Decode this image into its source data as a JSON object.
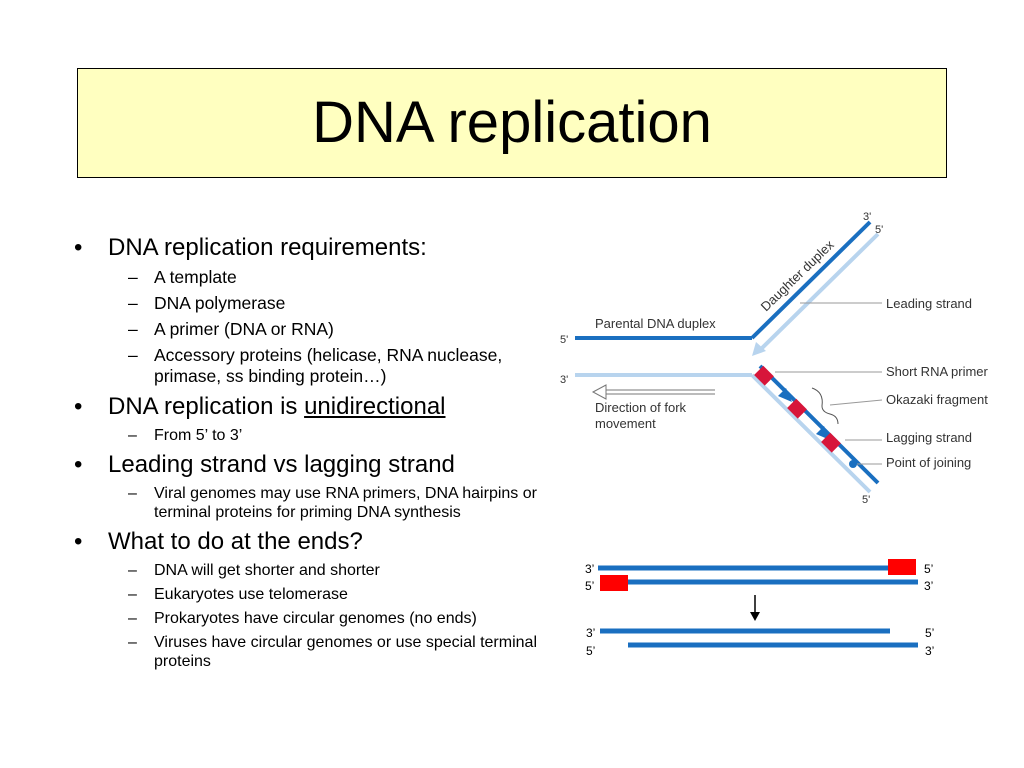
{
  "slide": {
    "title": "DNA replication",
    "bullets": [
      {
        "text": "DNA replication requirements:",
        "subs": [
          "A template",
          "DNA polymerase",
          "A primer (DNA or RNA)",
          "Accessory proteins (helicase, RNA nuclease, primase, ss binding protein…)"
        ]
      },
      {
        "text_before": "DNA replication is ",
        "text_underlined": "unidirectional",
        "subs": [
          "From 5’ to 3’"
        ]
      },
      {
        "text": "Leading strand vs lagging strand",
        "subs": [
          "Viral genomes may use RNA primers, DNA hairpins or terminal proteins for priming DNA synthesis"
        ]
      },
      {
        "text": "What to do at the ends?",
        "subs": [
          "DNA will get shorter and shorter",
          "Eukaryotes use telomerase",
          "Prokaryotes have circular genomes (no ends)",
          "Viruses have circular genomes or use special terminal proteins"
        ]
      }
    ],
    "bullet_mark": "•",
    "sub_mark": "–"
  },
  "fork_diagram": {
    "labels": {
      "parental": "Parental DNA duplex",
      "daughter": "Daughter duplex",
      "leading": "Leading strand",
      "primer": "Short RNA primer",
      "okazaki": "Okazaki fragment",
      "lagging": "Lagging strand",
      "joining": "Point of joining",
      "direction_line1": "Direction of fork",
      "direction_line2": "movement"
    },
    "ends": {
      "top_3": "3'",
      "top_5": "5'",
      "left_5": "5'",
      "left_3": "3'",
      "bottom_5": "5'"
    },
    "colors": {
      "strand_dark": "#1a6fc0",
      "strand_light": "#b8d4ee",
      "primer": "#d7153a"
    }
  },
  "ends_diagram": {
    "before": {
      "top_left": "3’",
      "top_right": "5’",
      "bottom_left": "5’",
      "bottom_right": "3’"
    },
    "after": {
      "top_left": "3’",
      "top_right": "5’",
      "bottom_left": "5’",
      "bottom_right": "3’"
    },
    "colors": {
      "strand": "#1a6fc0",
      "primer": "#ff0000"
    }
  }
}
